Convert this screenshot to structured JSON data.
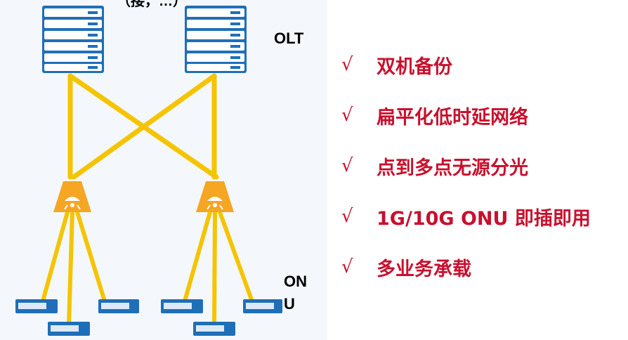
{
  "title_fragment": "（接，…）",
  "labels": {
    "olt": "OLT",
    "onu_line1": "ON",
    "onu_line2": "U"
  },
  "features": [
    {
      "check": "√",
      "text": "双机备份"
    },
    {
      "check": "√",
      "text": "扁平化低时延网络"
    },
    {
      "check": "√",
      "text": "点到多点无源分光"
    },
    {
      "check": "√",
      "text": "1G/10G ONU 即插即用"
    },
    {
      "check": "√",
      "text": "多业务承载"
    }
  ],
  "colors": {
    "accent": "#c8102e",
    "link": "#f5c400",
    "splitter": "#f5a623",
    "device": "#1f6fb8"
  },
  "icons": {
    "olt": "server-rack-icon",
    "splitter": "optical-splitter-icon",
    "onu": "onu-switch-icon"
  }
}
